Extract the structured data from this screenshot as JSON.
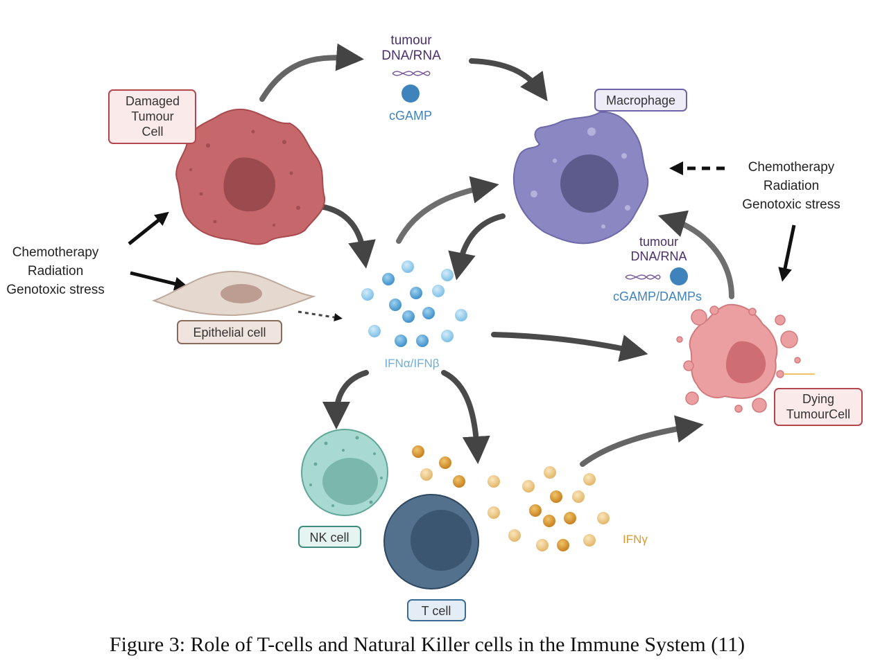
{
  "figure": {
    "caption": "Figure 3: Role of T-cells and Natural Killer cells in the Immune System (11)"
  },
  "labels": {
    "damaged_tumour_cell": [
      "Damaged",
      "Tumour",
      "Cell"
    ],
    "macrophage": "Macrophage",
    "epithelial_cell": "Epithelial cell",
    "dying_tumour_cell": [
      "Dying",
      "TumourCell"
    ],
    "nk_cell": "NK cell",
    "t_cell": "T cell",
    "tumour_dna_top": [
      "tumour",
      "DNA/RNA"
    ],
    "cgamp": "cGAMP",
    "tumour_dna_right": [
      "tumour",
      "DNA/RNA"
    ],
    "cgamp_damps": "cGAMP/DAMPs",
    "ifn_ab": "IFNα/IFNβ",
    "ifn_gamma": "IFNγ",
    "stress_left": [
      "Chemotherapy",
      "Radiation",
      "Genotoxic stress"
    ],
    "stress_right": [
      "Chemotherapy",
      "Radiation",
      "Genotoxic stress"
    ]
  },
  "colors": {
    "damaged_tumour": "#c4676a",
    "macrophage": "#8a86c2",
    "epithelial": "#e3d5cc",
    "dying_tumour": "#e99a9c",
    "nk_cell": "#a8d8d0",
    "t_cell": "#50708e",
    "ifn_ab_blue": "#4c9dd3",
    "ifn_gamma_orange": "#d99a2e",
    "dna_purple": "#5b3a78",
    "box_red": "#b3474d",
    "box_purple": "#6e63a8",
    "box_brown": "#8a6a58",
    "box_teal": "#3f8c7e",
    "box_blue": "#3a6b96"
  }
}
